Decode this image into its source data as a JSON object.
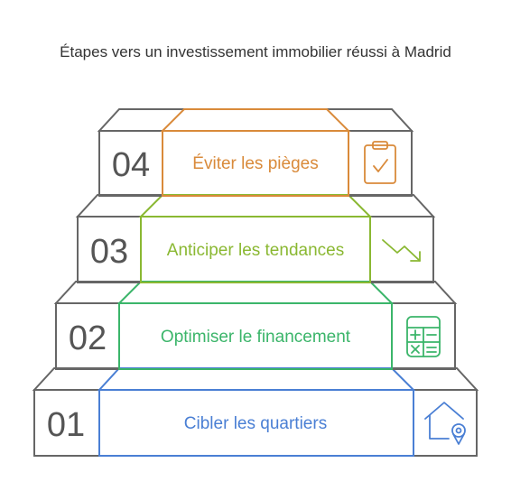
{
  "title": "Étapes vers un investissement immobilier réussi à Madrid",
  "colors": {
    "gray": "#666666",
    "step1": "#4a7fd4",
    "step2": "#3bb56a",
    "step3": "#8ab832",
    "step4": "#d98a3a"
  },
  "steps": [
    {
      "number": "01",
      "label": "Cibler les quartiers",
      "icon": "house-location-icon",
      "color": "#4a7fd4"
    },
    {
      "number": "02",
      "label": "Optimiser le financement",
      "icon": "calculator-icon",
      "color": "#3bb56a"
    },
    {
      "number": "03",
      "label": "Anticiper les tendances",
      "icon": "trend-down-icon",
      "color": "#8ab832"
    },
    {
      "number": "04",
      "label": "Éviter les pièges",
      "icon": "clipboard-check-icon",
      "color": "#d98a3a"
    }
  ]
}
